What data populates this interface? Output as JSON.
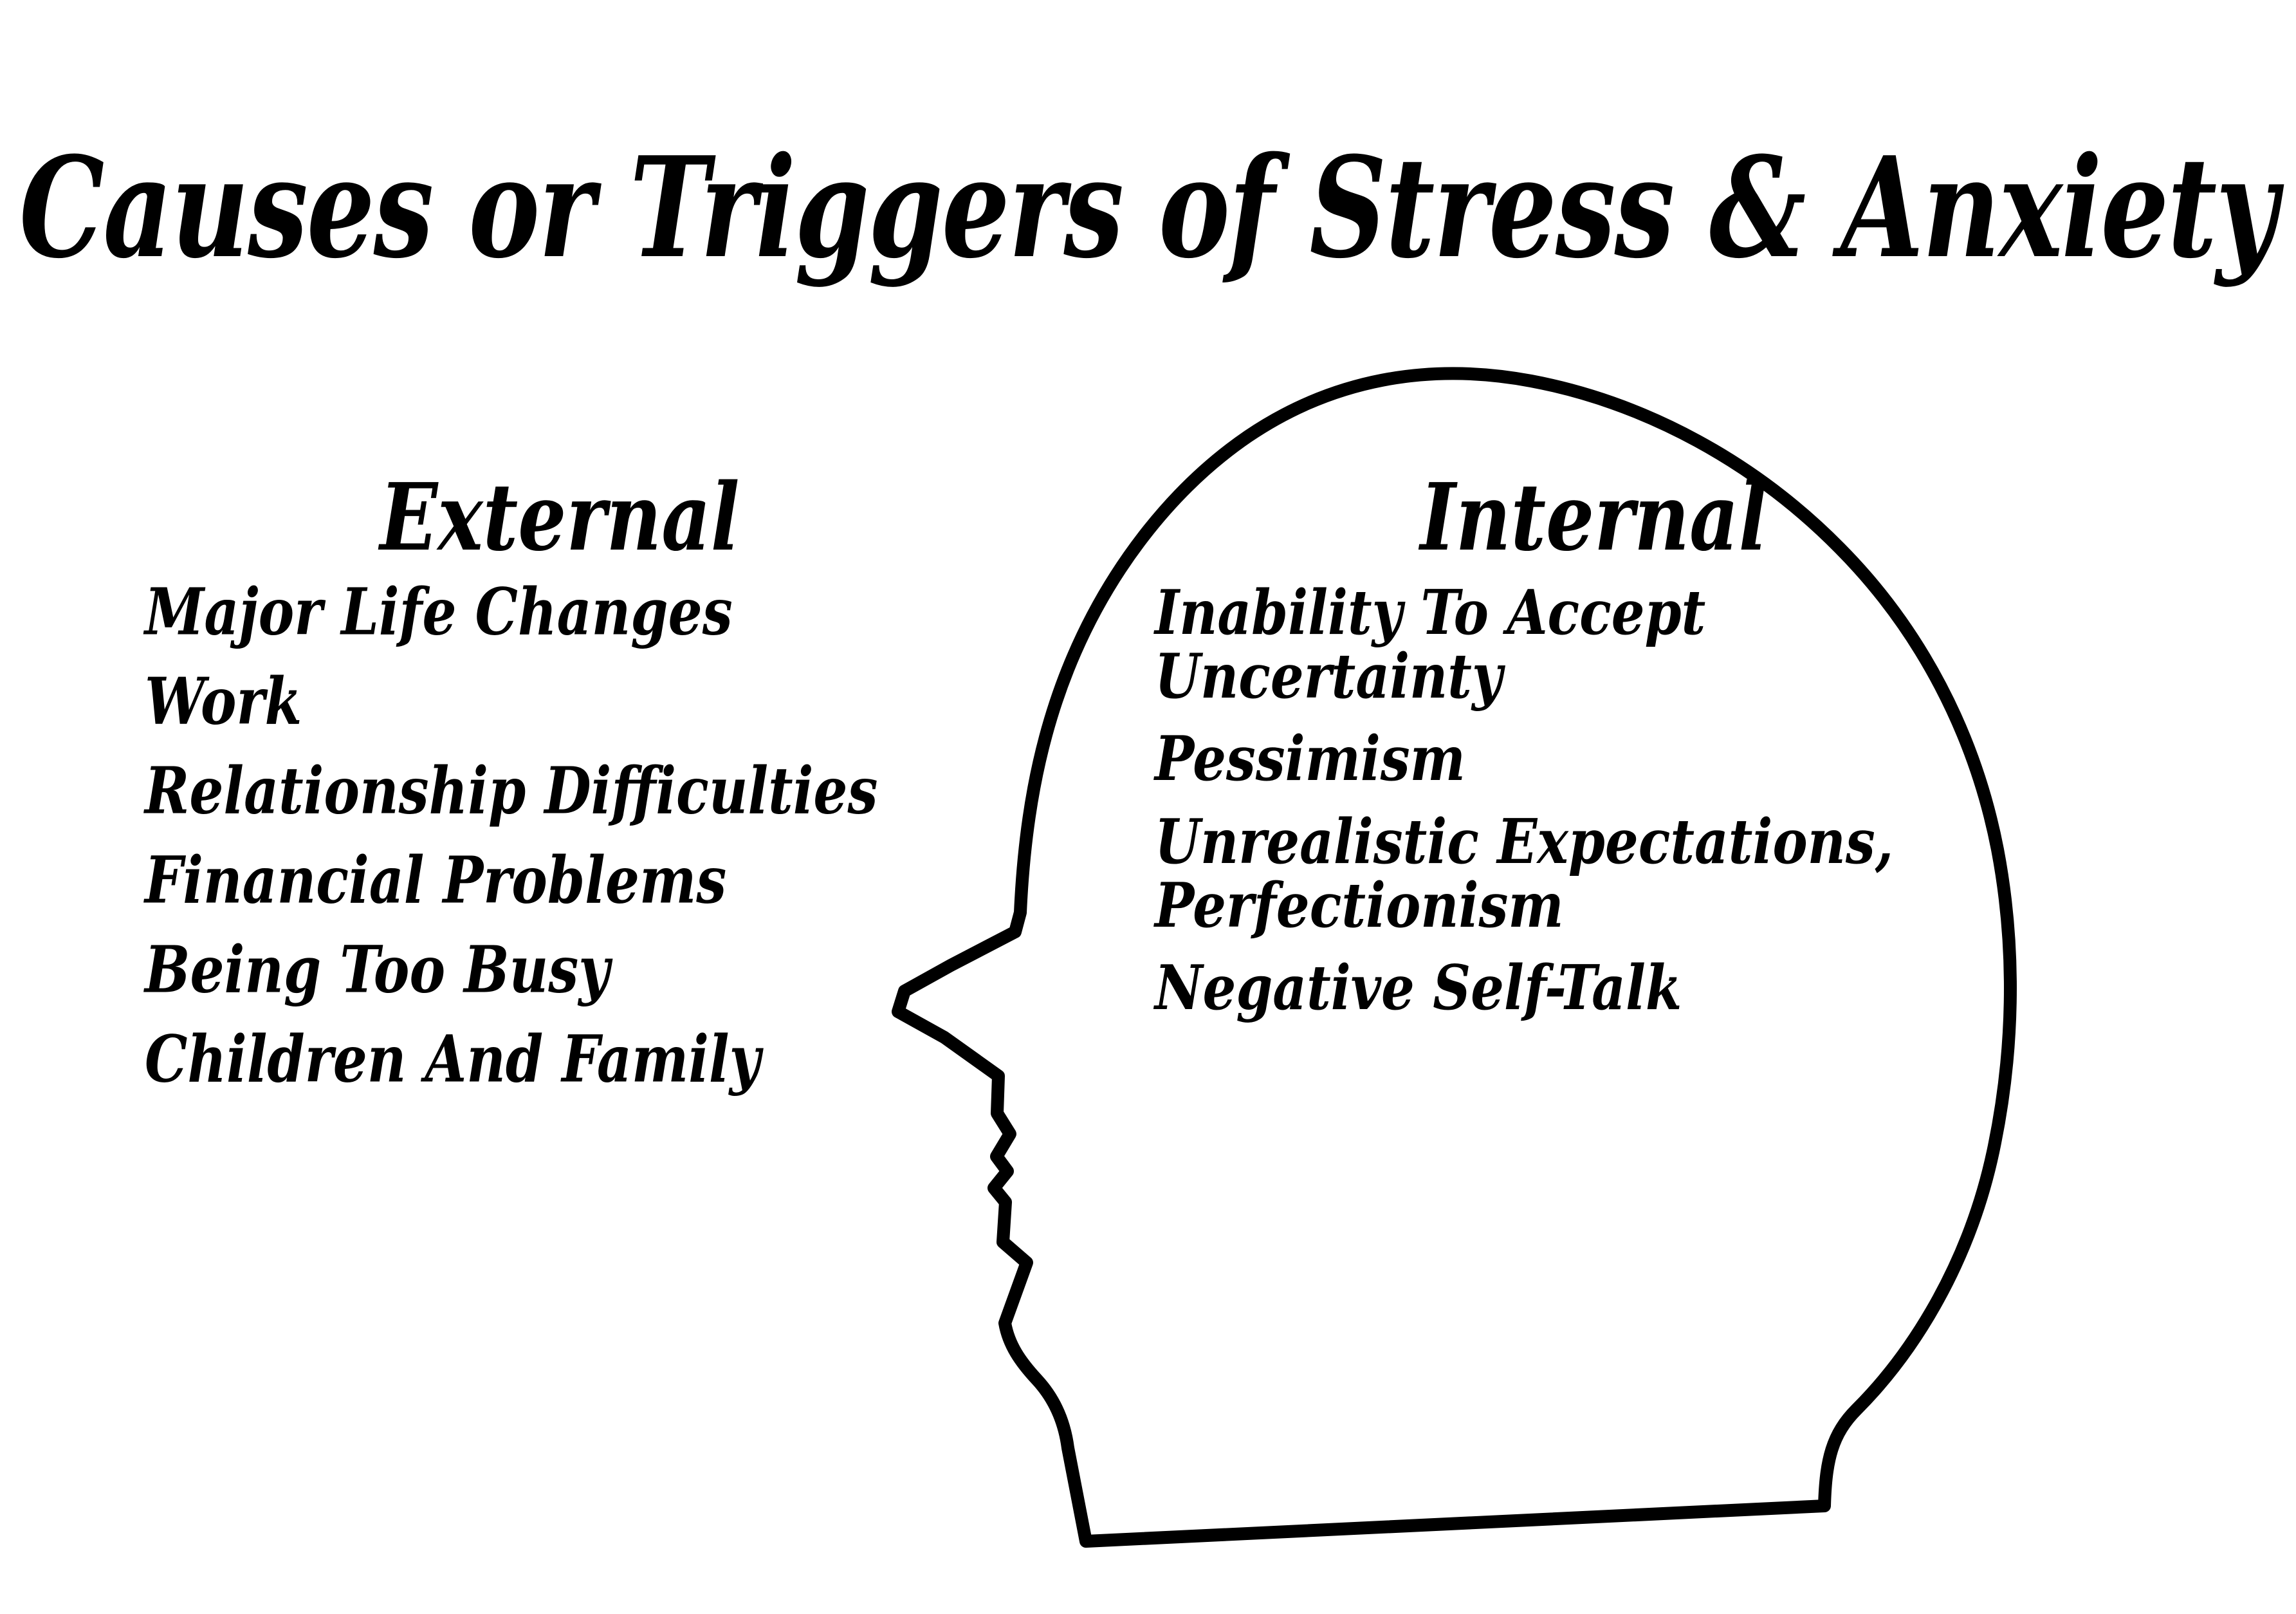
{
  "poster": {
    "title": "Causes or Triggers of Stress & Anxiety",
    "background_color": "#ffffff",
    "ink_color": "#000000"
  },
  "external": {
    "heading": "External",
    "items": [
      "Major Life Changes",
      "Work",
      "Relationship Difficulties",
      "Financial Problems",
      "Being Too Busy",
      "Children And Family"
    ]
  },
  "internal": {
    "heading": "Internal",
    "items": [
      "Inability To Accept Uncertainty",
      "Pessimism",
      "Unrealistic Expectations, Perfectionism",
      "Negative Self-Talk"
    ]
  },
  "illustration": {
    "name": "head-profile-outline",
    "description": "Outline drawing of a human head in side profile facing left"
  }
}
